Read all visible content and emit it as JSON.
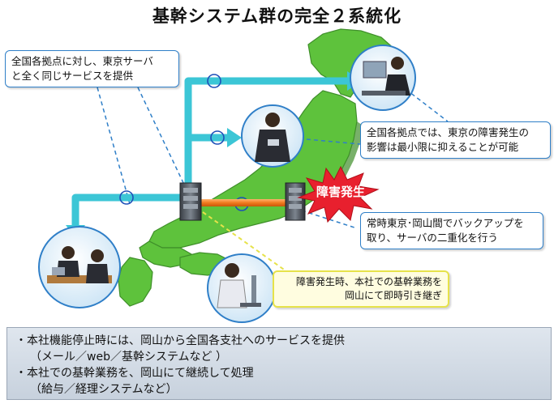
{
  "title": "基幹システム群の完全２系統化",
  "callouts": {
    "top_left": [
      "全国各拠点に対し、東京サーバ",
      "と全く同じサービスを提供"
    ],
    "right_top": [
      "全国各拠点では、東京の障害発生の",
      "影響は最小限に抑えることが可能"
    ],
    "right_mid": [
      "常時東京･岡山間でバックアップを",
      "取り、サーバの二重化を行う"
    ],
    "yellow": [
      "障害発生時、本社での基幹業務を",
      "岡山にて即時引き継ぎ"
    ]
  },
  "burst_label": "障害発生",
  "bottom": {
    "lines": [
      "・本社機能停止時には、岡山から全国各支社へのサービスを提供",
      "（メール／web／基幹システムなど ）",
      "・本社での基幹業務を、岡山にて継続して処理",
      "（給与／経理システムなど）"
    ]
  },
  "colors": {
    "map_green": "#5ec23c",
    "map_dark": "#3f8f2a",
    "arrow_cyan": "#3cc6d6",
    "orange_link": "#f07a1e",
    "burst_red": "#e8202e",
    "callout_border": "#2f7fc8"
  }
}
